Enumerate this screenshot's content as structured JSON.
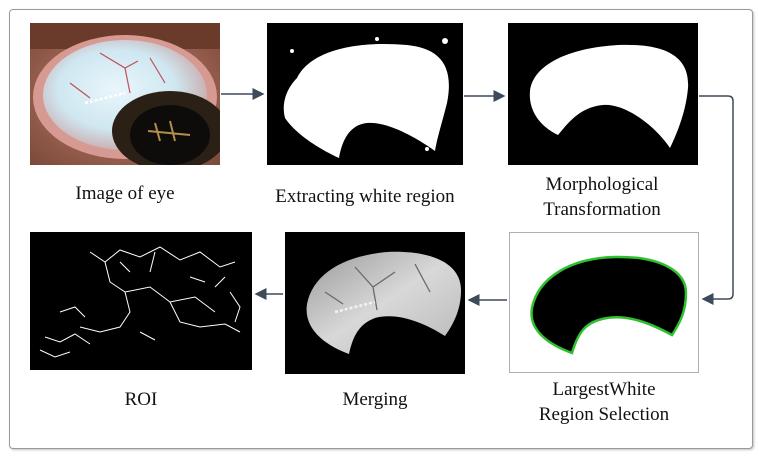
{
  "diagram": {
    "stages": [
      {
        "id": "eye",
        "caption": [
          "Image of eye"
        ]
      },
      {
        "id": "extract",
        "caption": [
          "Extracting white region"
        ]
      },
      {
        "id": "morph",
        "caption": [
          "Morphological",
          "Transformation"
        ]
      },
      {
        "id": "largest",
        "caption": [
          "LargestWhite",
          "Region Selection"
        ]
      },
      {
        "id": "merge",
        "caption": [
          "Merging"
        ]
      },
      {
        "id": "roi",
        "caption": [
          "ROI"
        ]
      }
    ],
    "colors": {
      "arrow": "#3d4a5a",
      "contour": "#2fbf2f",
      "frame": "#9a9a9a"
    }
  }
}
